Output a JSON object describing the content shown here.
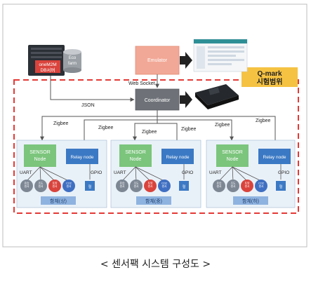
{
  "server": {
    "name_line1": "oneM2M",
    "name_line2": "DB서버",
    "db_line1": "Eco",
    "db_line2": "farm"
  },
  "emulator": {
    "label": "Emulator"
  },
  "coordinator": {
    "label": "Coordinator"
  },
  "web_socket": {
    "label": "Web Socket"
  },
  "json_link": {
    "label": "JSON"
  },
  "test_scope": {
    "line1": "Q-mark",
    "line2": "시험범위"
  },
  "zigbee_label": "Zigbee",
  "groups": [
    {
      "sensor_line1": "SENSOR",
      "sensor_line2": "Node",
      "relay": "Relay node",
      "uart": "UART",
      "gpio": "GPIO",
      "circles": [
        "온습\n센서",
        "조도\n센서",
        "토양\n센서",
        "CO2\n센서"
      ],
      "relay_box": "릴",
      "footer": "함체(상)"
    },
    {
      "sensor_line1": "SENSOR",
      "sensor_line2": "Node",
      "relay": "Relay node",
      "uart": "UART",
      "gpio": "GPIO",
      "circles": [
        "온습\n센서",
        "조도\n센서",
        "토양\n센서",
        "CO2\n센서"
      ],
      "relay_box": "릴",
      "footer": "함체(중)"
    },
    {
      "sensor_line1": "SENSOR",
      "sensor_line2": "Node",
      "relay": "Relay node",
      "uart": "UART",
      "gpio": "GPIO",
      "circles": [
        "온습\n센서",
        "조도\n센서",
        "토양\n센서",
        "CO2\n센서"
      ],
      "relay_box": "릴",
      "footer": "함체(하)"
    }
  ],
  "caption": "< 센서팩 시스템 구성도 >",
  "colors": {
    "sensor_green": "#7bc57c",
    "relay_blue": "#3b79c4",
    "emulator_salmon": "#f2a896",
    "coordinator_gray": "#6e7278",
    "dashed_red": "#e53935",
    "qmark_gold": "#f5c242",
    "circle_gray": "#7d8794",
    "circle_red": "#d9433c",
    "circle_blue": "#3f6fc2",
    "group_bg": "#e9f1f8",
    "footer_blue": "#8fb3e0"
  }
}
